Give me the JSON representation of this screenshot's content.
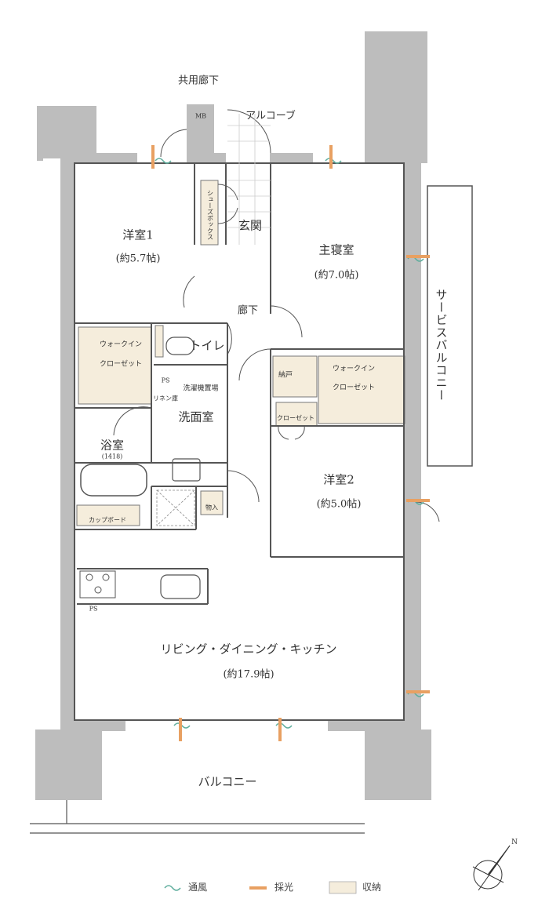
{
  "labels": {
    "common_corridor": "共用廊下",
    "alcove": "アルコーブ",
    "mb": "MB",
    "room1_name": "洋室1",
    "room1_size": "(約5.7帖)",
    "shoe_box": "シューズボックス",
    "entrance": "玄関",
    "master_name": "主寝室",
    "master_size": "(約7.0帖)",
    "hallway": "廊下",
    "toilet": "トイレ",
    "wic1_line1": "ウォークイン",
    "wic1_line2": "クローゼット",
    "ps_upper": "PS",
    "washer_area": "洗濯機置場",
    "linen": "リネン庫",
    "washroom": "洗面室",
    "bath_name": "浴室",
    "bath_size": "(1418)",
    "storage_nando": "納戸",
    "wic2_line1": "ウォークイン",
    "wic2_line2": "クローゼット",
    "closet": "クローゼット",
    "room2_name": "洋室2",
    "room2_size": "(約5.0帖)",
    "cupboard": "カップボード",
    "monoire": "物入",
    "ps_lower": "PS",
    "ldk_name": "リビング・ダイニング・キッチン",
    "ldk_size": "(約17.9帖)",
    "balcony": "バルコニー",
    "service_balcony": "サービスバルコニー",
    "compass_n": "N"
  },
  "legend": {
    "ventilation": "通風",
    "daylight": "採光",
    "storage": "収納"
  },
  "colors": {
    "wall": "#b8b8b8",
    "storage_fill": "#f5eddc",
    "daylight": "#e8a062",
    "ventilation": "#5fae9d",
    "line": "#555555"
  }
}
